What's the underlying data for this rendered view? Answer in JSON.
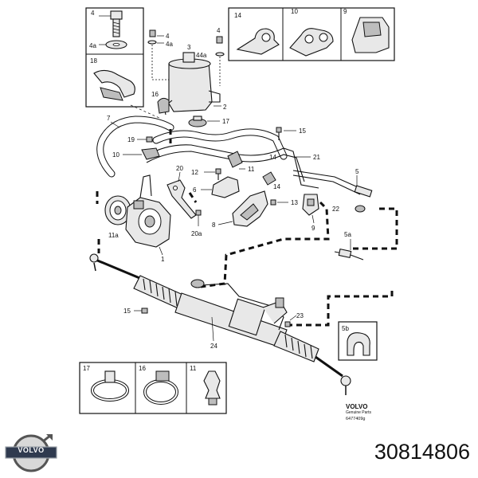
{
  "diagram": {
    "labels": {
      "p4_top": "4",
      "p4a_topleft": "4a",
      "p18": "18",
      "p4_mid": "4",
      "p4a_mid": "4a",
      "p3": "3",
      "p4_right": "4",
      "p44a": "44a",
      "p14_box": "14",
      "p10_box": "10",
      "p9_box": "9",
      "p16": "16",
      "p2": "2",
      "p17": "17",
      "p7": "7",
      "p15_top": "15",
      "p19": "19",
      "p10": "10",
      "p21": "21",
      "p20": "20",
      "p12": "12",
      "p11": "11",
      "p14_mid": "14",
      "p5": "5",
      "p6": "6",
      "p13": "13",
      "p22": "22",
      "p8": "8",
      "p9": "9",
      "p11a": "11a",
      "p20a": "20a",
      "p5a": "5a",
      "p1": "1",
      "p15_low": "15",
      "p23": "23",
      "p5b": "5b",
      "p24": "24",
      "p17_box": "17",
      "p16_box": "16",
      "p11_box": "11"
    },
    "volvo_small": "VOLVO",
    "volvo_genuine": "Genuine Parts",
    "volvo_code": "6477409g"
  },
  "brand": {
    "logo_text": "VOLVO",
    "part_number": "30814806"
  }
}
